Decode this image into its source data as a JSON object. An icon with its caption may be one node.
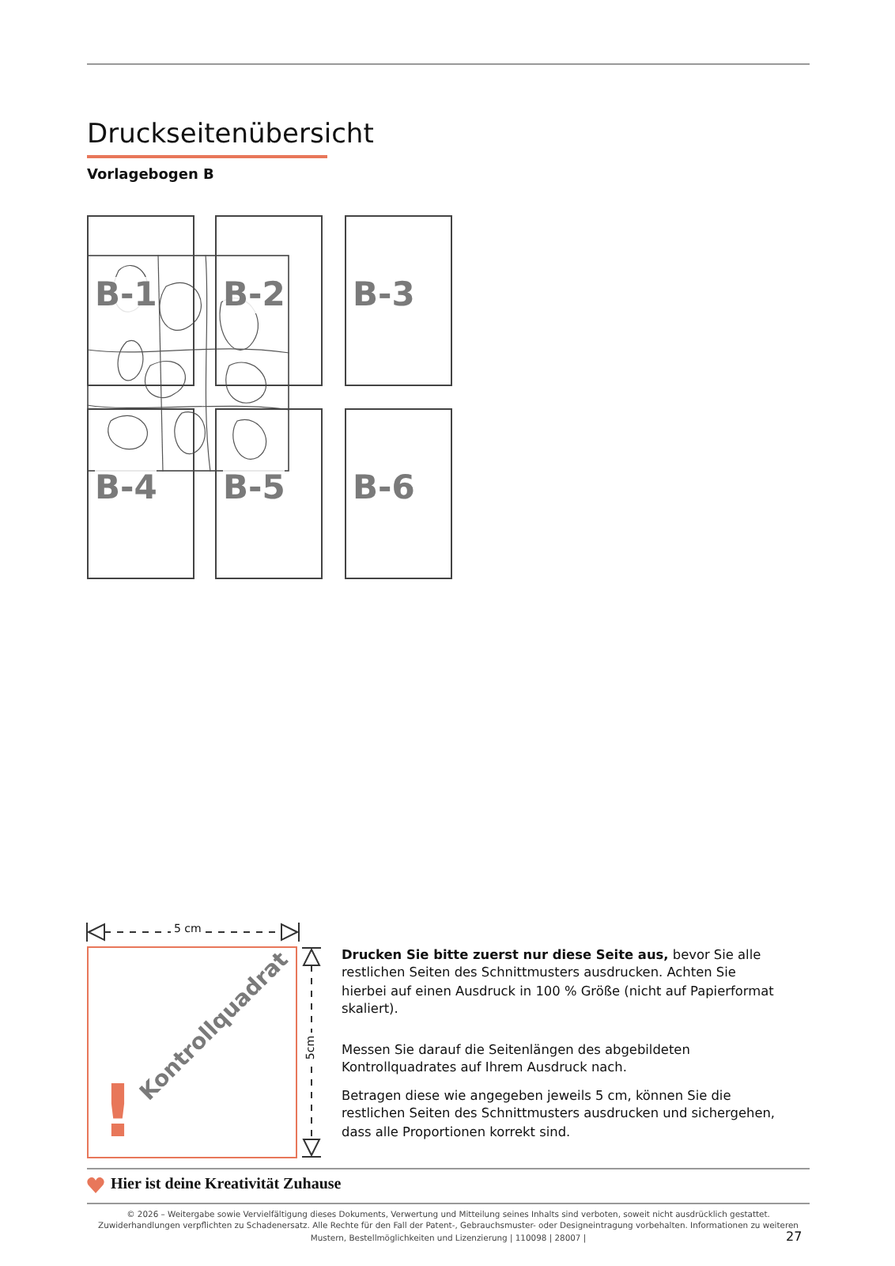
{
  "diagram": {
    "title": "Druckseitenübersicht",
    "nodes": [
      {
        "text": [
          "B-1"
        ]
      },
      {
        "text": [
          "B-2"
        ]
      },
      {
        "text": [
          "B-3"
        ]
      },
      {
        "text": [
          "B-4"
        ]
      },
      {
        "text": [
          "B-5"
        ]
      },
      {
        "text": [
          "B-6"
        ]
      },
      {
        "text": [
          "Kontrollquadrat",
          "!"
        ]
      }
    ],
    "edges": [],
    "labels": [
      "Vorlagebogen B",
      "5 cm",
      "5cm",
      "**Drucken Sie bitte zuerst nur diese Seite aus,** bevor Sie alle restlichen Seiten des Schnittmusters ausdrucken. Achten Sie hierbei auf einen Ausdruck in 100 % Größe (nicht auf Papierformat skaliert).",
      "Messen Sie darauf die Seitenlängen des abgebildeten Kontrollquadrates auf Ihrem Ausdruck nach.",
      "Betragen diese wie angegeben jeweils 5 cm, können Sie die restlichen Seiten des Schnittmusters ausdrucken und sichergehen, dass alle Proportionen korrekt sind.",
      "Hier ist deine Kreativität Zuhause",
      "© 2026 – Weitergabe sowie Vervielfältigung dieses Dokuments, Verwertung und Mitteilung seines Inhalts sind verboten, soweit nicht ausdrücklich gestattet. Zuwiderhandlungen verpflichten zu Schadenersatz. Alle Rechte für den Fall der Patent-, Gebrauchsmuster- oder Designeintragung vorbehalten. Informationen zu weiteren Mustern, Bestellmöglichkeiten und Lizenzierung | 110098 | 28007 |",
      "27"
    ]
  }
}
